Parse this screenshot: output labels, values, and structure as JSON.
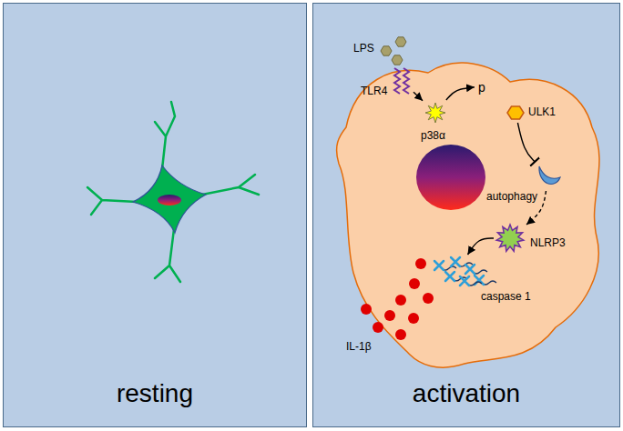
{
  "diagram": {
    "nodes": [
      {
        "text": [
          "resting"
        ]
      },
      {
        "text": [
          "activation"
        ]
      },
      {
        "text": [
          "TLR4"
        ],
        "in": 1
      },
      {
        "text": [
          "p38α"
        ],
        "in": 1
      },
      {
        "text": [
          "p"
        ],
        "in": 1
      },
      {
        "text": [
          "ULK1"
        ],
        "in": 1
      },
      {
        "text": [
          "autophagy"
        ],
        "in": 1
      },
      {
        "text": [
          "NLRP3"
        ],
        "in": 1
      },
      {
        "text": [
          "caspase 1"
        ],
        "in": 1
      }
    ],
    "edges": [
      {
        "from": 2,
        "to": 3,
        "arrow": "to"
      },
      {
        "from": 3,
        "to": 4,
        "arrow": "to"
      },
      {
        "from": 5,
        "to": 6,
        "arrow": "to"
      },
      {
        "from": 6,
        "to": 7,
        "arrow": "to"
      },
      {
        "from": 7,
        "to": 8,
        "arrow": "to"
      }
    ],
    "labels": [
      "LPS",
      "IL-1β"
    ]
  }
}
